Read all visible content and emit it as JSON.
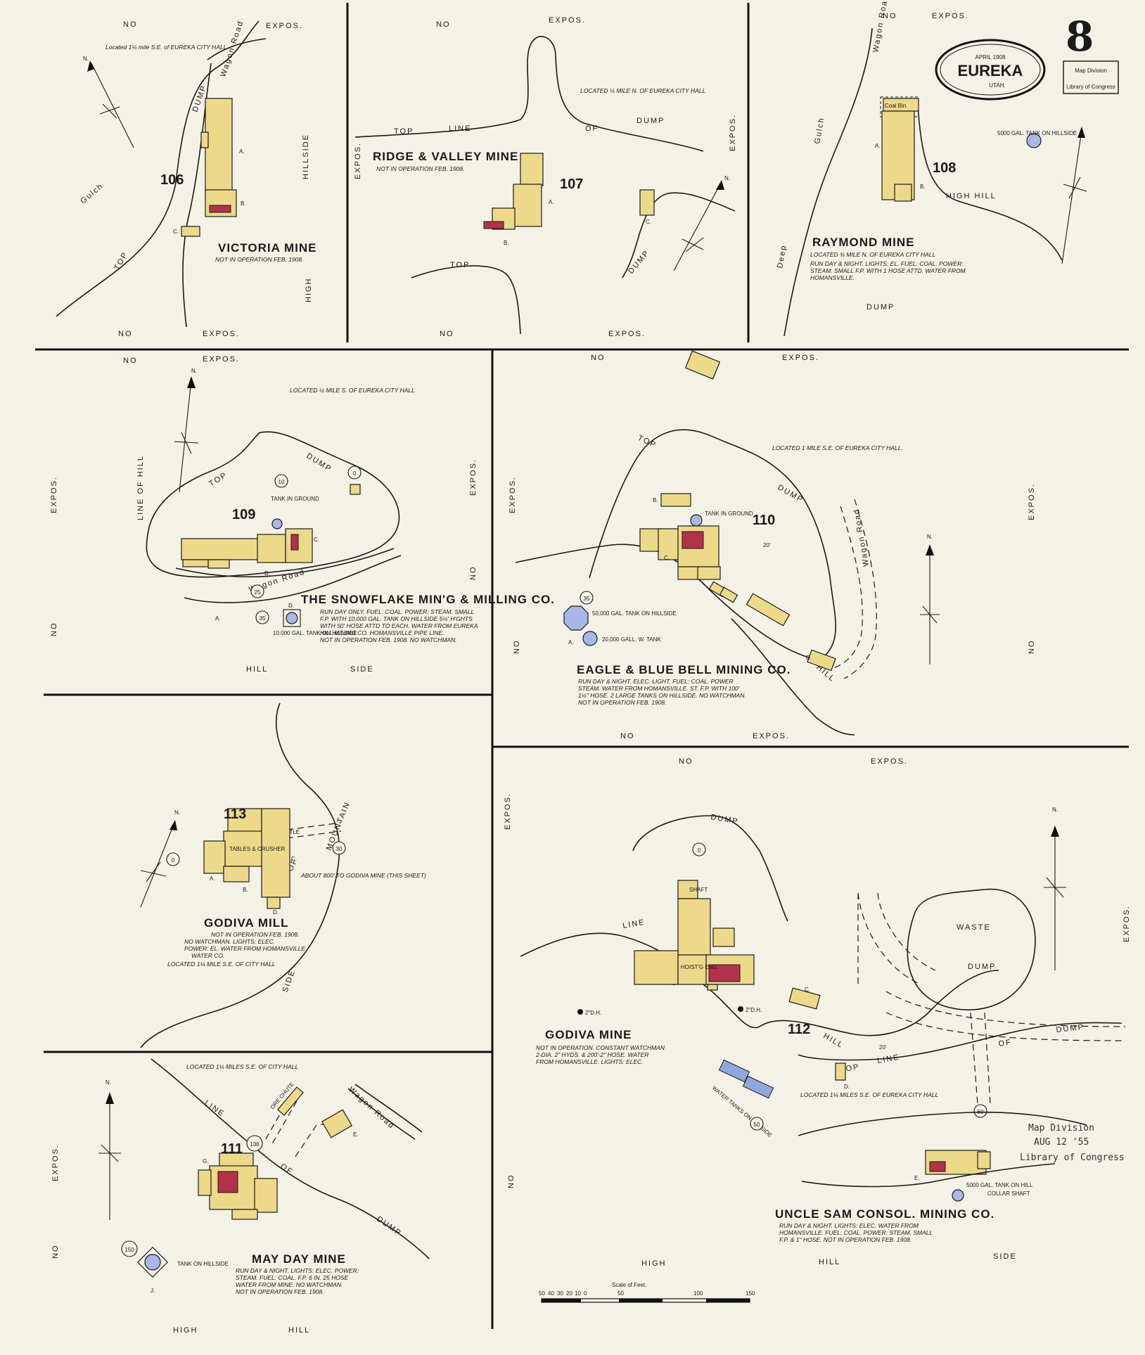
{
  "sheet": {
    "number": "8",
    "cartouche": {
      "date": "APRIL 1908",
      "city": "EUREKA",
      "state": "UTAH."
    },
    "library_box": {
      "line1": "Map Division",
      "line2": "Library of Congress"
    },
    "stamp": {
      "line1": "Map Division",
      "line2": "AUG 12 '55",
      "line3": "Library of Congress"
    },
    "scale": {
      "label": "Scale of Feet.",
      "ticks": [
        "50",
        "40",
        "30",
        "20",
        "10",
        "0",
        "50",
        "100",
        "150"
      ]
    }
  },
  "terms": {
    "no": "NO",
    "expos": "EXPOS.",
    "north": "N.",
    "dump": "DUMP",
    "hillside": "HILLSIDE",
    "high": "HIGH",
    "hill": "HILL",
    "side": "SIDE",
    "gulch": "Gulch",
    "wagon_road": "Wagon Road",
    "top": "TOP",
    "line": "LINE",
    "of": "OF"
  },
  "panels": [
    {
      "id": "106",
      "title": "VICTORIA MINE",
      "located": "Located 1¼ mile S.E. of EUREKA CITY HALL",
      "notes": [
        "NOT IN OPERATION FEB. 1908."
      ],
      "letters": [
        "A.",
        "B.",
        "C."
      ]
    },
    {
      "id": "107",
      "title": "RIDGE & VALLEY MINE",
      "located": "LOCATED ½ MILE N. OF EUREKA CITY HALL",
      "notes": [
        "NOT IN OPERATION FEB. 1908."
      ],
      "letters": [
        "A.",
        "B.",
        "C."
      ]
    },
    {
      "id": "108",
      "title": "RAYMOND MINE",
      "located": "LOCATED ¾ MILE N. OF EUREKA CITY HALL",
      "notes": [
        "RUN DAY & NIGHT. LIGHTS: EL. FUEL: COAL. POWER:",
        "STEAM. SMALL F.P. WITH 1 HOSE ATTD. WATER FROM",
        "HOMANSVILLE."
      ],
      "extra": [
        "Deep",
        "HIGH HILL",
        "Coal Bin",
        "5000 GAL. TANK ON HILLSIDE"
      ],
      "letters": [
        "A.",
        "B."
      ]
    },
    {
      "id": "109",
      "title": "THE SNOWFLAKE MIN'G & MILLING CO.",
      "located": "LOCATED ½ MILE S. OF EUREKA CITY HALL",
      "notes": [
        "RUN DAY ONLY. FUEL: COAL. POWER: STEAM. SMALL",
        "F.P. WITH 10,000 GAL. TANK ON HILLSIDE 5½' H'GHTS",
        "WITH 50' HOSE ATTD TO EACH. WATER FROM EUREKA",
        "HILL MINING CO. HOMANSVILLE PIPE LINE.",
        "NOT IN OPERATION FEB. 1908. NO WATCHMAN."
      ],
      "extra": [
        "TANK IN GROUND",
        "10,000 GAL. TANK ON HILLSIDE",
        "LINE OF HILL"
      ],
      "letters": [
        "A.",
        "B.",
        "C.",
        "D."
      ],
      "circles": [
        "10",
        "0",
        "25",
        "35"
      ]
    },
    {
      "id": "110",
      "title": "EAGLE & BLUE BELL MINING CO.",
      "located": "LOCATED 1 MILE S.E. OF EUREKA CITY HALL.",
      "notes": [
        "RUN DAY & NIGHT. ELEC. LIGHT. FUEL: COAL. POWER",
        "STEAM. WATER FROM HOMANSVILLE. ST. F.P. WITH 100'",
        "1½\" HOSE. 2 LARGE TANKS ON HILLSIDE. NO WATCHMAN.",
        "NOT IN OPERATION FEB. 1908."
      ],
      "extra": [
        "50,000 GAL. TANK ON HILLSIDE",
        "20,000 GALL. W. TANK",
        "20'",
        "TANK IN GROUND"
      ],
      "letters": [
        "A.",
        "B.",
        "C.",
        "D."
      ],
      "circles": [
        "35"
      ]
    },
    {
      "id": "113",
      "title": "GODIVA MILL",
      "located": "LOCATED 1¼ MILE S.E. OF CITY HALL",
      "notes": [
        "NOT IN OPERATION FEB. 1908.",
        "NO WATCHMAN. LIGHTS: ELEC.",
        "POWER: EL. WATER FROM HOMANSVILLE",
        "WATER CO."
      ],
      "extra": [
        "ABOUT 800' TO GODIVA MINE (THIS SHEET)",
        "TRESTLE",
        "TABLES & CRUSHER",
        "MOUNTAIN"
      ],
      "letters": [
        "A.",
        "B.",
        "C.",
        "D."
      ],
      "circles": [
        "0",
        "30"
      ]
    },
    {
      "id": "112",
      "title": "GODIVA MINE",
      "located": "LOCATED 1¼ MILES S.E. OF EUREKA CITY HALL",
      "notes": [
        "NOT IN OPERATION. CONSTANT WATCHMAN",
        "2-DIA. 2\" HYDS. & 200'-2\" HOSE. WATER",
        "FROM HOMANSVILLE. LIGHTS: ELEC."
      ],
      "extra": [
        "WASTE",
        "2\"D.H.",
        "20'",
        "WATER TANKS ON HILLSIDE",
        "SHAFT",
        "HOIST'G ENG."
      ],
      "letters": [
        "C.",
        "D.",
        "E."
      ],
      "circles": [
        "0",
        "50",
        "60"
      ]
    },
    {
      "id": "111",
      "title": "MAY DAY MINE",
      "located": "LOCATED 1¼ MILES S.E. OF CITY HALL",
      "notes": [
        "RUN DAY & NIGHT. LIGHTS: ELEC. POWER:",
        "STEAM. FUEL: COAL. F.P. 6 IN. 25 HOSE",
        "WATER FROM MINE. NO WATCHMAN.",
        "NOT IN OPERATION FEB. 1908."
      ],
      "extra": [
        "TANK ON HILLSIDE",
        "ORE CHUTE"
      ],
      "letters": [
        "E.",
        "G.",
        "J."
      ],
      "circles": [
        "136",
        "150"
      ]
    },
    {
      "id": "uncle_sam",
      "title": "UNCLE SAM CONSOL. MINING CO.",
      "notes": [
        "RUN DAY & NIGHT. LIGHTS: ELEC. WATER FROM",
        "HOMANSVILLE. FUEL: COAL. POWER: STEAM. SMALL",
        "F.P. & 1\" HOSE. NOT IN OPERATION FEB. 1908."
      ],
      "extra": [
        "5000 GAL. TANK ON HILL",
        "COLLAR SHAFT"
      ],
      "letters": [
        "E."
      ]
    }
  ],
  "colors": {
    "paper": "#f4f1e6",
    "building": "#ecd98a",
    "boiler": "#b2324a",
    "tank": "#a9b7e8",
    "ink": "#1a1a1a"
  }
}
